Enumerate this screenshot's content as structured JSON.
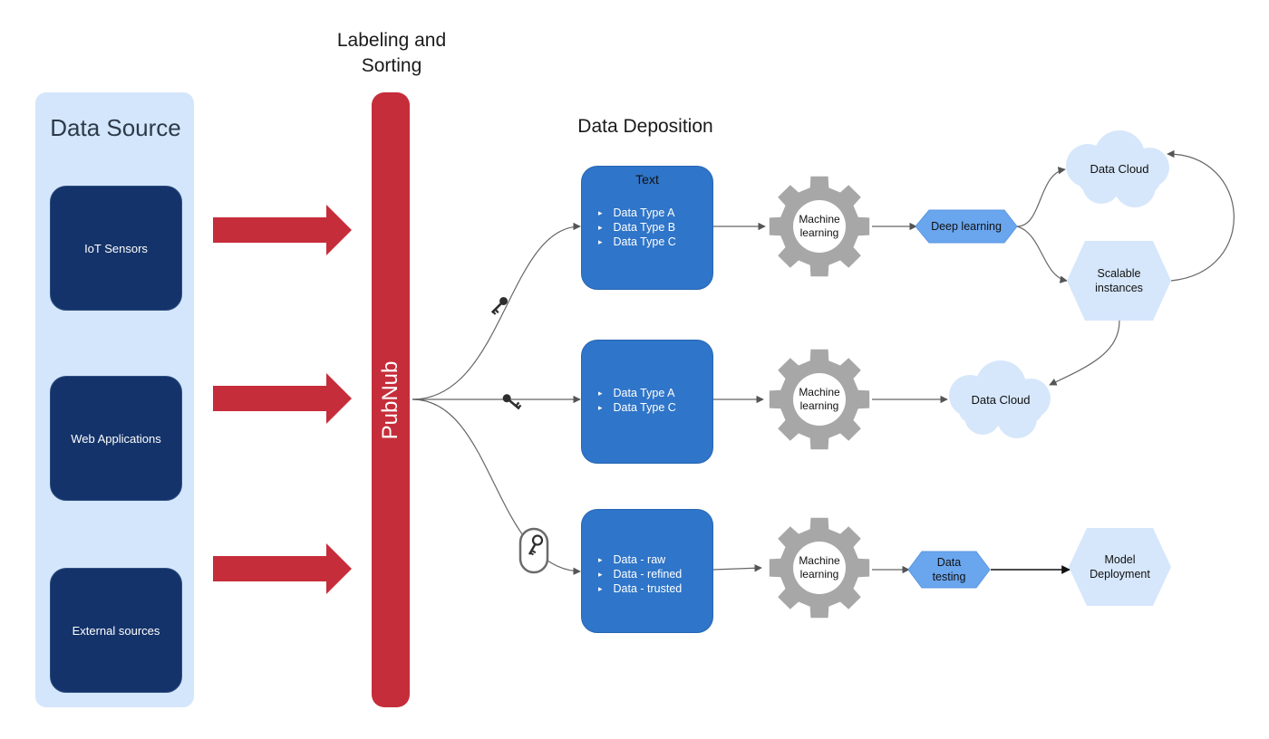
{
  "source": {
    "title": "Data Source",
    "items": [
      "IoT Sensors",
      "Web Applications",
      "External sources"
    ]
  },
  "labeling": {
    "title": "Labeling and Sorting",
    "line1": "Labeling and",
    "line2": "Sorting"
  },
  "pubnub": {
    "label": "PubNub"
  },
  "deposition": {
    "title": "Data Deposition",
    "boxes": [
      {
        "title": "Text",
        "items": [
          "Data Type A",
          "Data Type B",
          "Data Type C"
        ]
      },
      {
        "items": [
          "Data Type A",
          "Data Type C"
        ]
      },
      {
        "items": [
          "Data - raw",
          "Data - refined",
          "Data - trusted"
        ]
      }
    ]
  },
  "processing": {
    "gear_label": "Machine\nlearning",
    "deep_learning": "Deep learning",
    "data_testing": "Data\ntesting"
  },
  "outputs": {
    "cloud_top": "Data Cloud",
    "cloud_mid": "Data Cloud",
    "scalable": "Scalable\ninstances",
    "deployment": "Model\nDeployment"
  },
  "colors": {
    "panel": "#d4e6fb",
    "source_box": "#14336a",
    "pubnub": "#c62d3a",
    "deposit_box": "#2f75c9",
    "gear": "#a7a7a7",
    "hex_dark": "#6aa6ee",
    "hex_light": "#d6e7fb",
    "cloud": "#d6e7fb"
  },
  "icons": [
    "arrow-right-icon",
    "key-icon",
    "gear-icon",
    "cloud-icon",
    "hexagon-icon"
  ]
}
